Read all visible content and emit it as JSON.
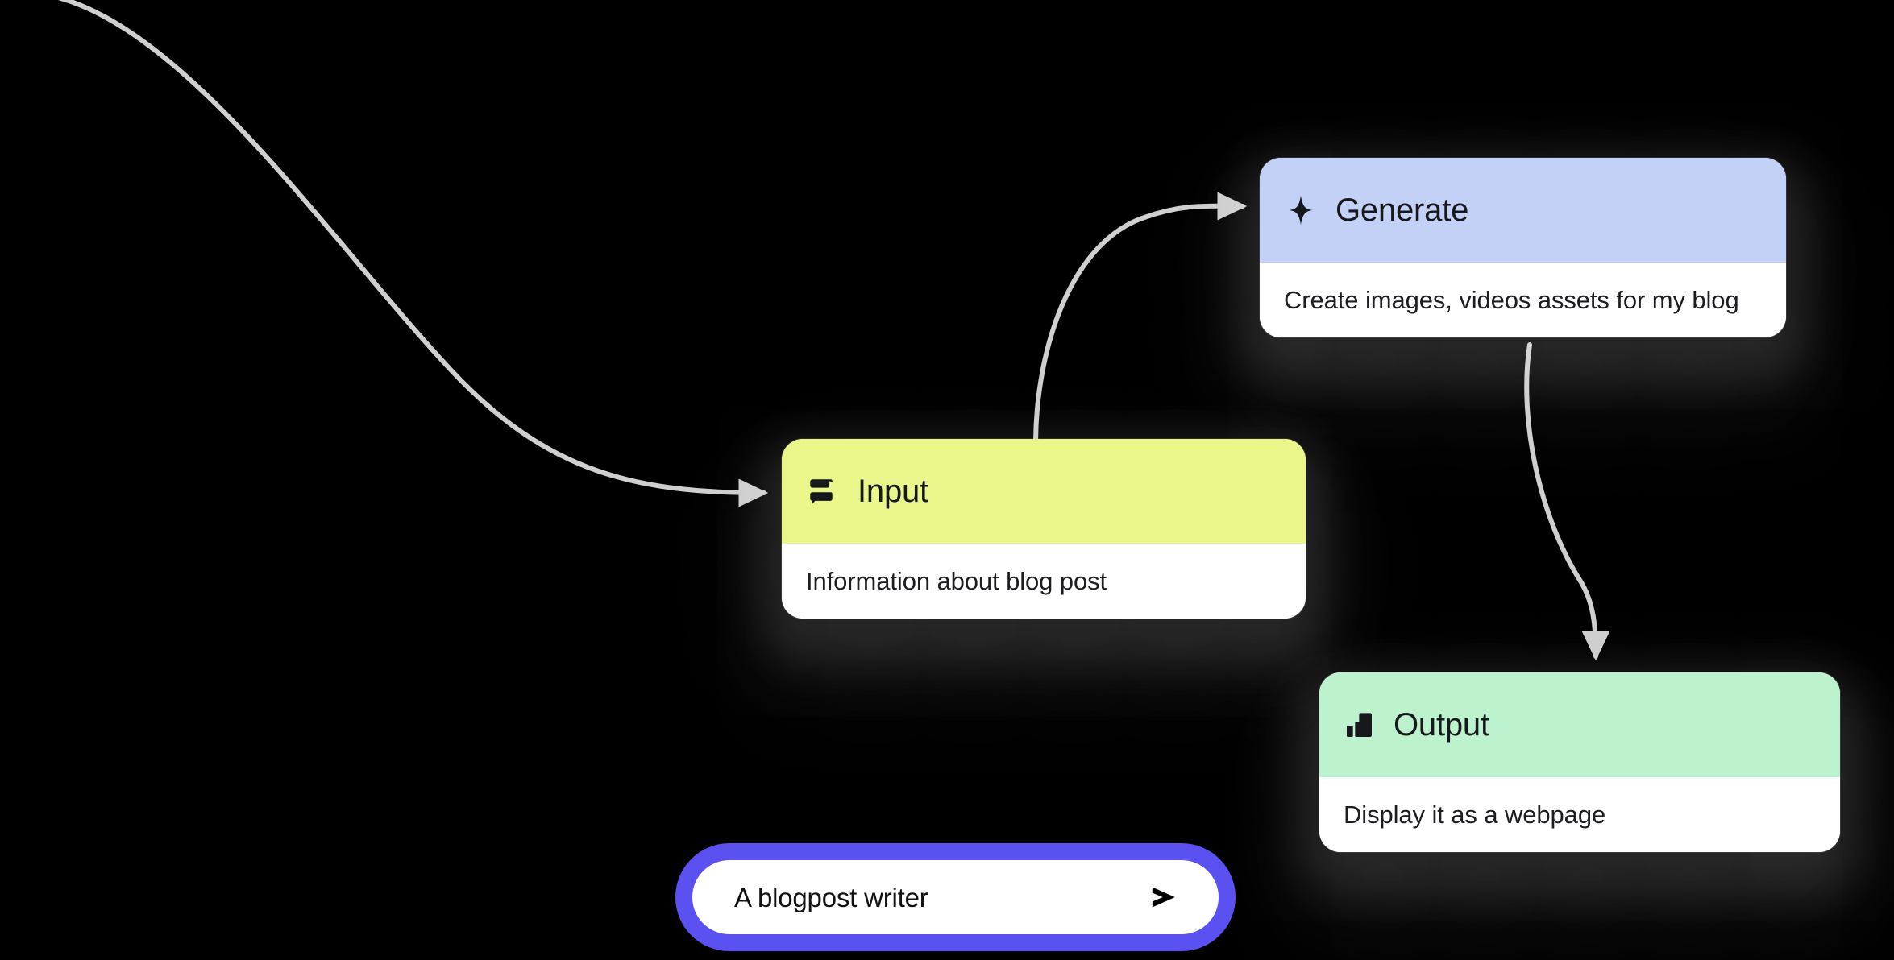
{
  "app": {
    "background_color": "#000000",
    "canvas_name": "workflow-canvas"
  },
  "nodes": [
    {
      "id": "input",
      "title": "Input",
      "description": "Information about blog post",
      "icon": "message-lines-icon",
      "header_color": "#EAF58A",
      "body_color": "#FFFFFF"
    },
    {
      "id": "generate",
      "title": "Generate",
      "description": "Create images, videos assets for my blog",
      "icon": "sparkle-icon",
      "header_color": "#C3D1F7",
      "body_color": "#FFFFFF"
    },
    {
      "id": "output",
      "title": "Output",
      "description": "Display it as a webpage",
      "icon": "bar-chart-icon",
      "header_color": "#BCF2CE",
      "body_color": "#FFFFFF"
    }
  ],
  "edges": [
    {
      "id": "entry-to-input",
      "from": "offscreen",
      "to": "input",
      "color": "#CFCFCF"
    },
    {
      "id": "input-to-generate",
      "from": "input",
      "to": "generate",
      "color": "#CFCFCF"
    },
    {
      "id": "generate-to-output",
      "from": "generate",
      "to": "output",
      "color": "#CFCFCF"
    }
  ],
  "prompt": {
    "value": "A blogpost writer",
    "placeholder": "A blogpost writer",
    "send_icon": "send-arrow-icon",
    "border_color": "#5B50F0",
    "field_color": "#FFFFFF"
  }
}
